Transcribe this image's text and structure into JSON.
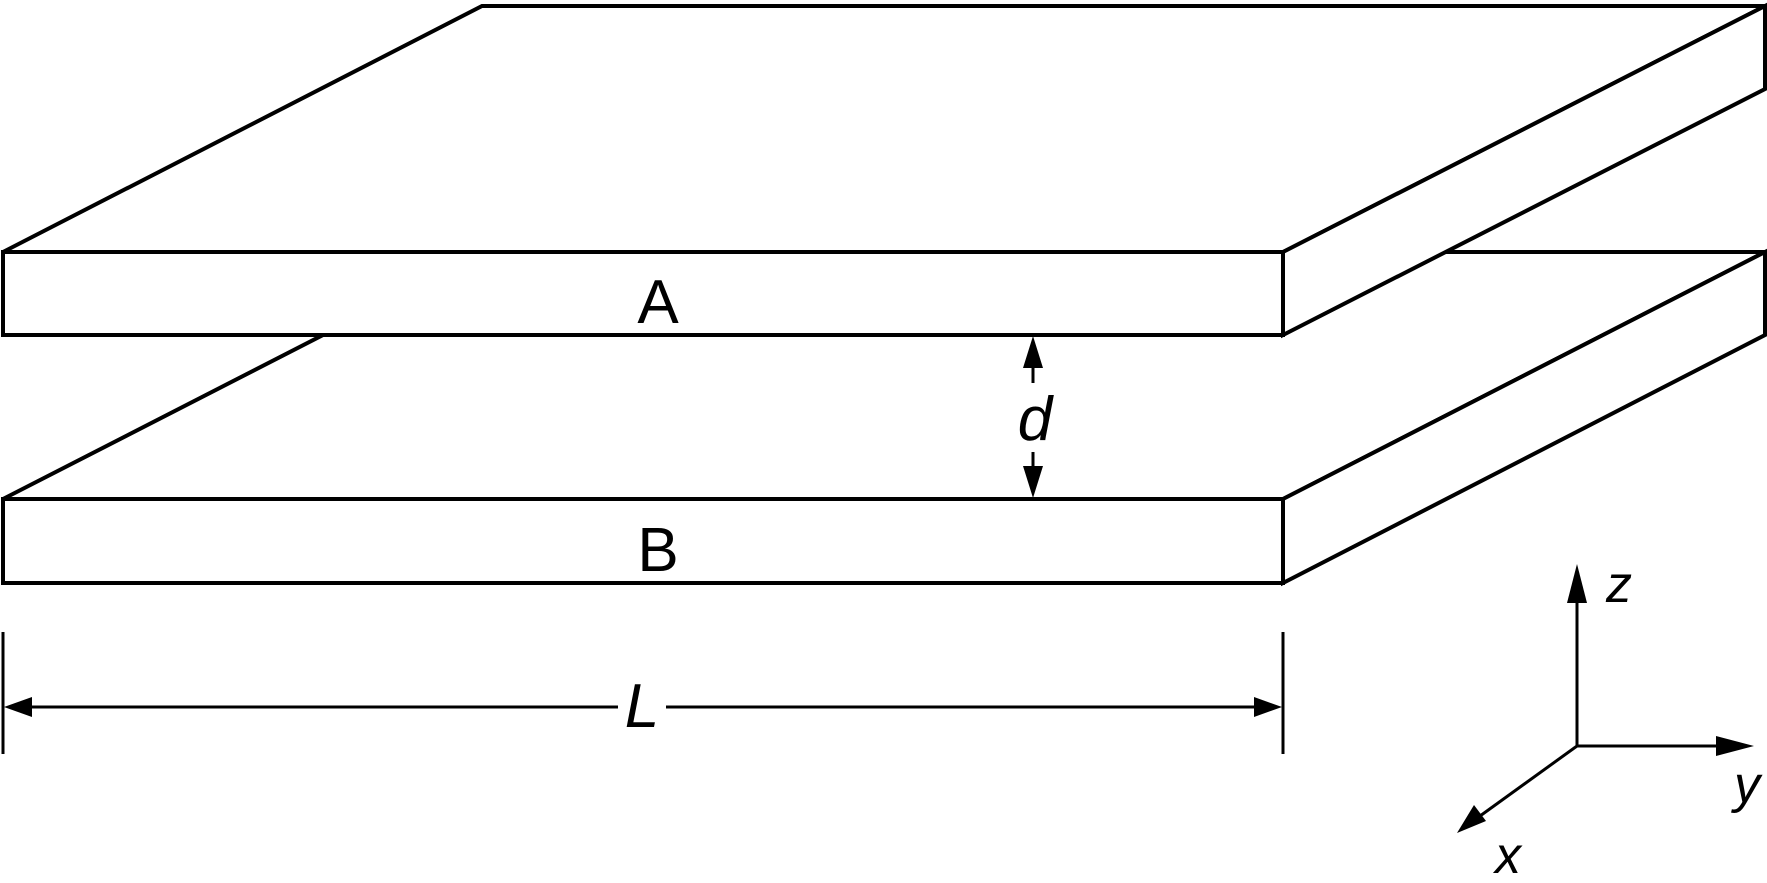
{
  "plates": {
    "top_label": "A",
    "bottom_label": "B"
  },
  "dimensions": {
    "gap_label": "d",
    "length_label": "L"
  },
  "axes": {
    "z_label": "z",
    "y_label": "y",
    "x_label": "x"
  },
  "colors": {
    "stroke": "#000000",
    "background": "#ffffff"
  }
}
